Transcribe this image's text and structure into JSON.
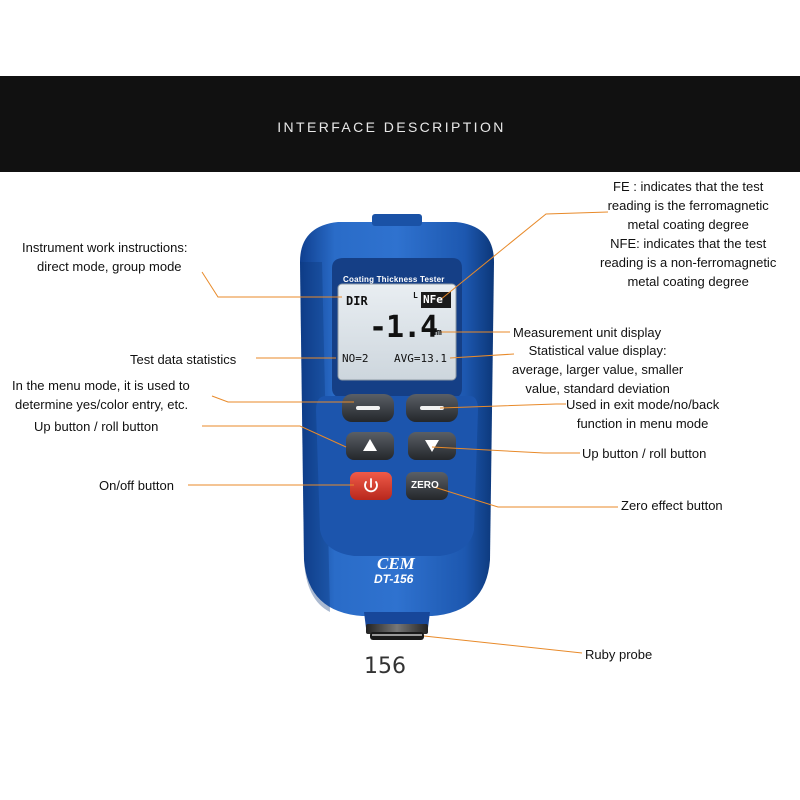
{
  "banner": {
    "title": "INTERFACE DESCRIPTION"
  },
  "device": {
    "header_label": "Coating Thickness Tester",
    "brand": "CEM",
    "model": "DT-156",
    "zero_label": "ZERO",
    "lcd": {
      "mode": "DIR",
      "l_indicator": "L",
      "fe_indicator": "NFe",
      "reading": "-1.4",
      "unit": "um",
      "count": "NO=2",
      "average": "AVG=13.1"
    }
  },
  "callouts": {
    "work_instructions": [
      "Instrument work instructions:",
      "direct mode, group mode"
    ],
    "test_statistics": "Test data statistics",
    "menu_yes": [
      "In the menu mode, it is used to",
      "determine yes/color entry, etc."
    ],
    "up_left": "Up button / roll button",
    "onoff": "On/off button",
    "fe_info": [
      "FE : indicates that the test",
      "reading is the ferromagnetic",
      "metal coating degree",
      "NFE: indicates that the test",
      "reading is a non-ferromagnetic",
      "metal coating degree"
    ],
    "unit_display": "Measurement unit display",
    "stat_display": [
      "Statistical value display:",
      "average, larger value, smaller",
      "value, standard deviation"
    ],
    "exit_mode": [
      "Used in exit mode/no/back",
      "function in menu mode"
    ],
    "up_right": "Up button / roll button",
    "zero_effect": "Zero effect button",
    "ruby_probe": "Ruby probe"
  },
  "caption": "156",
  "colors": {
    "body_blue": "#1f5db8",
    "dark_blue": "#123e86",
    "lead_line": "#e88a2a",
    "power_red": "#d63a2e",
    "lcd_bg": "#dfe5ea"
  }
}
